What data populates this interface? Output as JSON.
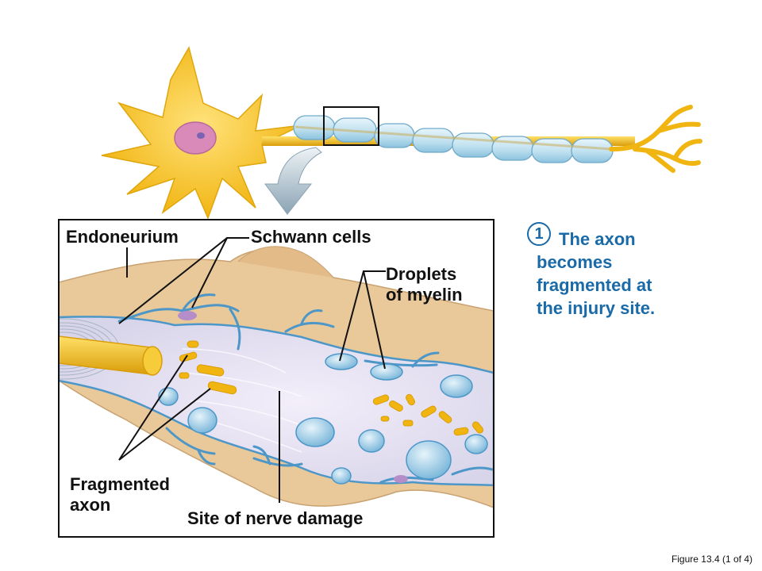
{
  "labels": {
    "endoneurium": "Endoneurium",
    "schwann_cells": "Schwann cells",
    "droplets_line1": "Droplets",
    "droplets_line2": "of myelin",
    "fragmented_line1": "Fragmented",
    "fragmented_line2": "axon",
    "site_of_damage": "Site of nerve damage"
  },
  "step": {
    "number": "1",
    "text_line1": "The axon",
    "text_line2": "becomes",
    "text_line3": "fragmented at",
    "text_line4": "the injury site."
  },
  "caption": "Figure 13.4 (1 of 4)",
  "colors": {
    "neuron": "#f5c21b",
    "nucleus": "#d98ab8",
    "myelin": "#bfe0ef",
    "tissue": "#e9c89a",
    "membrane": "#4d97c8",
    "accent_blue": "#1a6aa8"
  }
}
